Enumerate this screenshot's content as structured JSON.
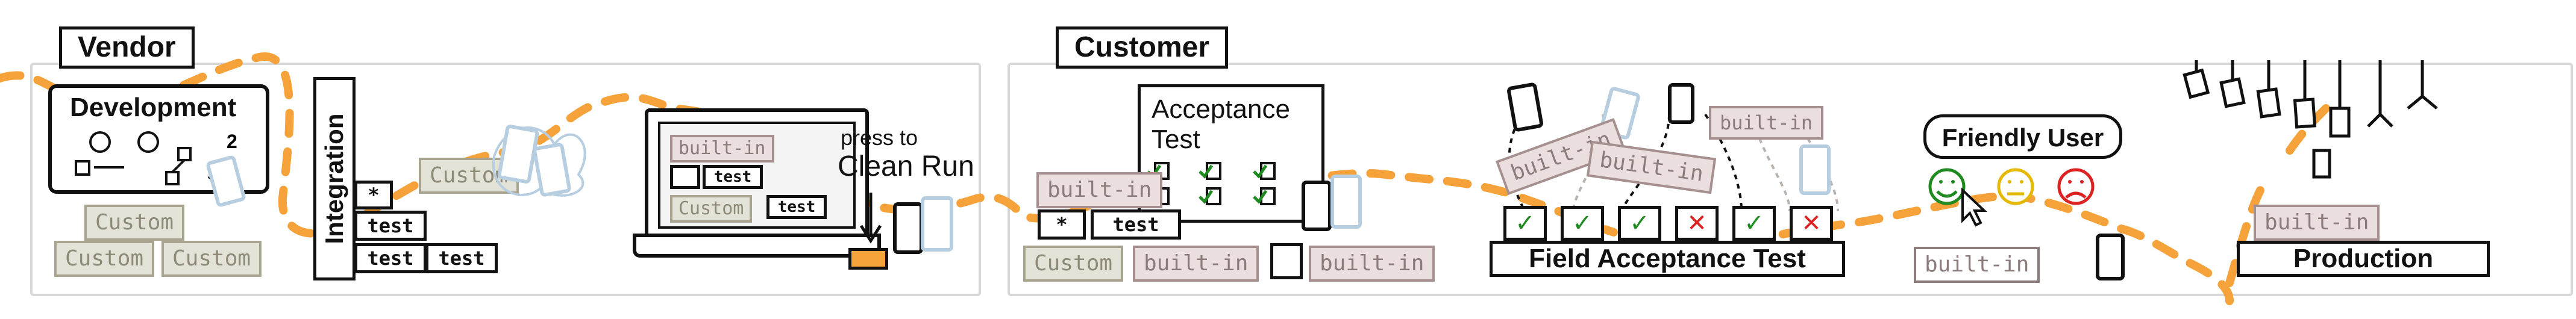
{
  "stages": {
    "vendor": "Vendor",
    "customer": "Customer"
  },
  "vendor": {
    "development": "Development",
    "integration": "Integration",
    "custom_tags": [
      "Custom",
      "Custom",
      "Custom",
      "Custom",
      "Custom"
    ],
    "star": "*",
    "test": "test",
    "laptop_tags": {
      "builtin": "built-in",
      "test": "test",
      "custom": "Custom"
    },
    "press_to": "press to",
    "clean_run": "Clean Run"
  },
  "customer": {
    "acceptance_test": [
      "Acceptance",
      "Test"
    ],
    "builtin": "built-in",
    "star": "*",
    "test": "test",
    "custom": "Custom",
    "field_acceptance_test": "Field Acceptance Test",
    "checks": [
      "ok",
      "ok",
      "ok",
      "bad",
      "ok",
      "bad"
    ],
    "check_glyph": "✓",
    "cross_glyph": "✕",
    "friendly_user": "Friendly User",
    "production": "Production"
  },
  "colors": {
    "arrow_orange": "#f5a23a",
    "custom_fill": "#e3e2d6",
    "builtin_fill": "#eadfde",
    "frame": "#d8d8d8",
    "ghost_device": "#b7cde0"
  },
  "icons": [
    "phone-icon",
    "laptop-icon",
    "button-icon",
    "claw-icon",
    "smiley-happy-icon",
    "smiley-neutral-icon",
    "smiley-sad-icon",
    "cursor-icon"
  ]
}
